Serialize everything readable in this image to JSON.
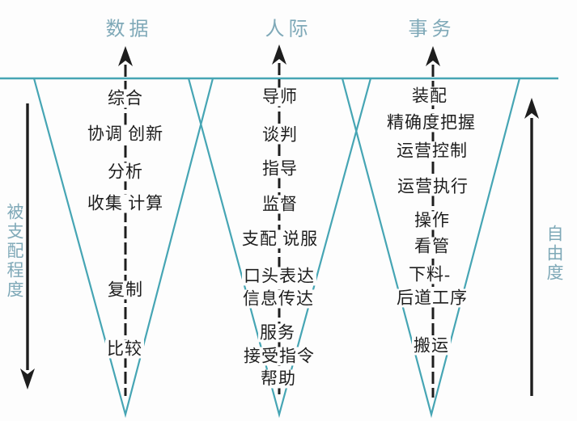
{
  "columns": [
    {
      "header": "数据",
      "items": [
        "综合",
        "协调 创新",
        "分析",
        "收集 计算",
        "复制",
        "比较"
      ]
    },
    {
      "header": "人际",
      "items": [
        "导师",
        "谈判",
        "指导",
        "监督",
        "支配 说服",
        "口头表达",
        "信息传达",
        "服务",
        "接受指令",
        "帮助"
      ]
    },
    {
      "header": "事务",
      "items": [
        "装配",
        "精确度把握",
        "运营控制",
        "运营执行",
        "操作",
        "看管",
        "下料-",
        "后道工序",
        "搬运"
      ]
    }
  ],
  "axes": {
    "left": {
      "label": "被支配程度",
      "direction": "down"
    },
    "right": {
      "label": "自由度",
      "direction": "up"
    }
  },
  "colors": {
    "funnel_teal": "#46a5b4",
    "header_text": "#7fa9b8",
    "arrow_black": "#1e1e1e",
    "background": "#fdfdfd"
  }
}
